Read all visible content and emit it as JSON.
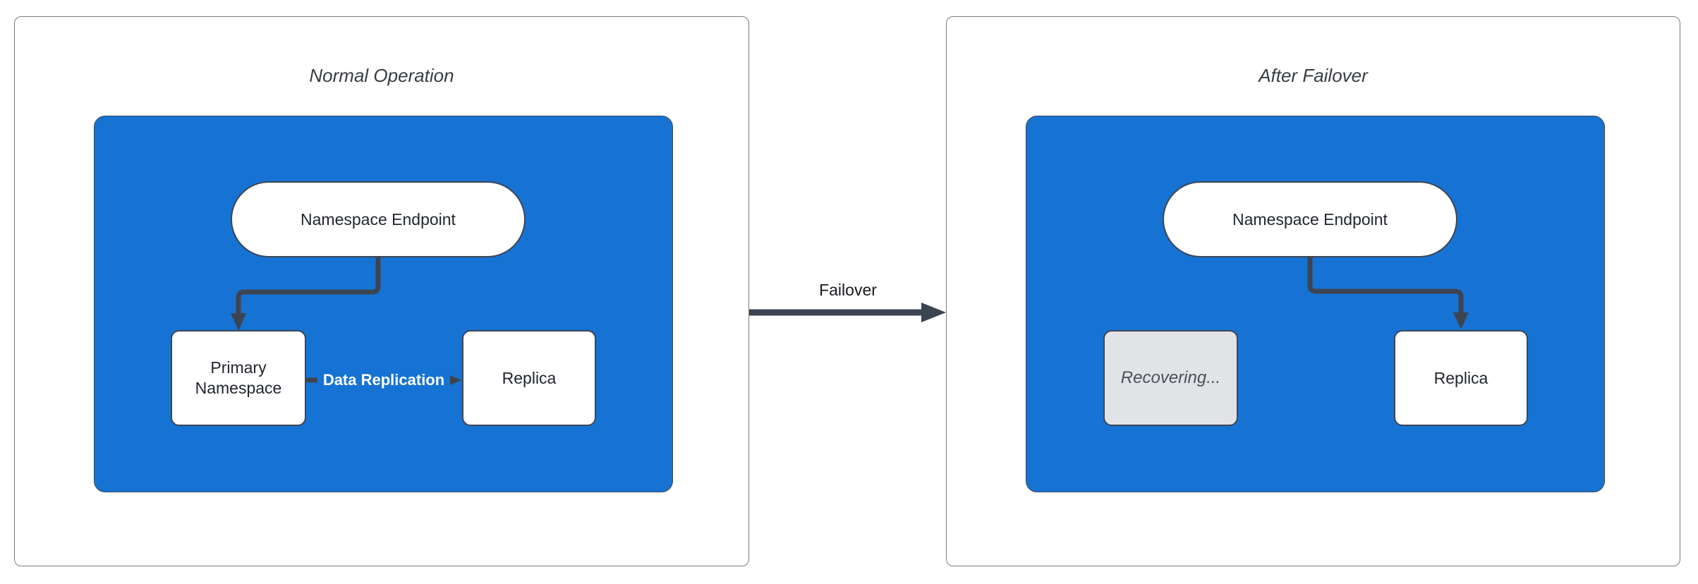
{
  "diagram": {
    "left_panel": {
      "title": "Normal Operation",
      "endpoint": "Namespace Endpoint",
      "primary": "Primary Namespace",
      "replica": "Replica",
      "replication_label": "Data Replication"
    },
    "right_panel": {
      "title": "After Failover",
      "endpoint": "Namespace Endpoint",
      "recovering": "Recovering...",
      "replica": "Replica"
    },
    "transition": {
      "label": "Failover"
    },
    "colors": {
      "container": "#1673D4",
      "edge": "#3d4451",
      "node_border": "#3e4552",
      "node_text": "#22262e",
      "recovering_fill": "#e2e3e6",
      "recovering_text": "#4a5058",
      "panel_border": "#7d7d7d",
      "title_color": "#383c42",
      "edge_label_text": "#ffffff",
      "transition_text": "#16181d"
    }
  }
}
